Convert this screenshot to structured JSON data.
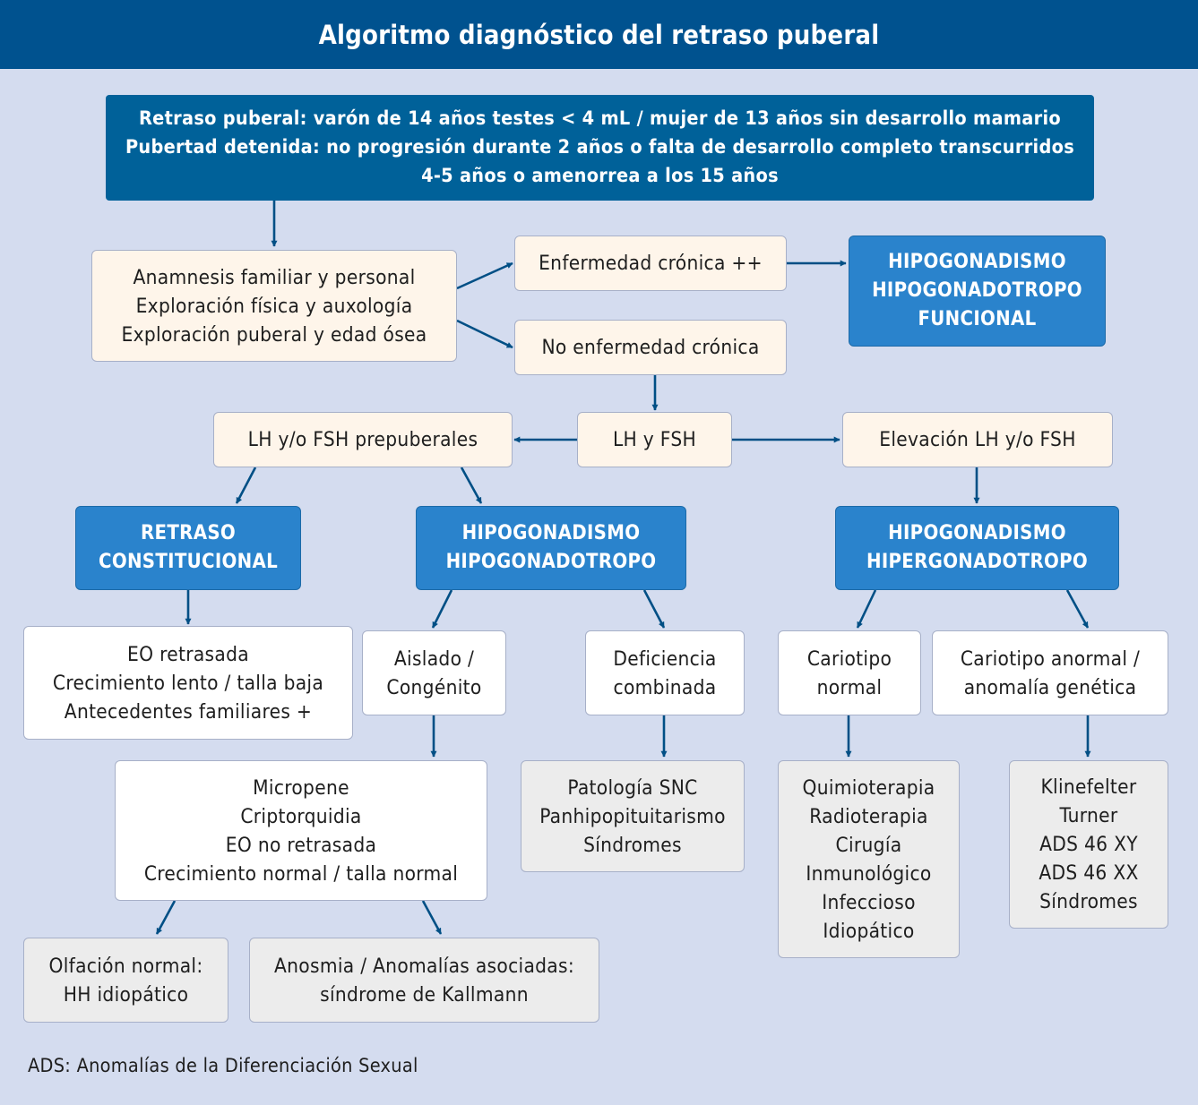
{
  "title": "Algoritmo diagnóstico del retraso puberal",
  "nodes": {
    "definition": [
      "Retraso puberal: varón de 14 años testes < 4 mL / mujer de 13 años sin desarrollo mamario",
      "Pubertad detenida: no progresión durante 2 años o falta de desarrollo completo transcurridos",
      "4-5 años o amenorrea a los 15 años"
    ],
    "anamnesis": [
      "Anamnesis familiar y personal",
      "Exploración física y auxología",
      "Exploración puberal y edad ósea"
    ],
    "chronic_disease": [
      "Enfermedad crónica ++"
    ],
    "hh_functional": [
      "HIPOGONADISMO",
      "HIPOGONADOTROPO",
      "FUNCIONAL"
    ],
    "no_chronic_disease": [
      "No enfermedad crónica"
    ],
    "lh_fsh": [
      "LH y FSH"
    ],
    "lh_fsh_prepubertal": [
      "LH y/o FSH prepuberales"
    ],
    "lh_fsh_elevated": [
      "Elevación LH y/o FSH"
    ],
    "constitutional_delay": [
      "RETRASO",
      "CONSTITUCIONAL"
    ],
    "hh": [
      "HIPOGONADISMO",
      "HIPOGONADOTROPO"
    ],
    "hyper_h": [
      "HIPOGONADISMO",
      "HIPERGONADOTROPO"
    ],
    "constitutional_features": [
      "EO retrasada",
      "Crecimiento lento / talla baja",
      "Antecedentes familiares +"
    ],
    "isolated": [
      "Aislado /",
      "Congénito"
    ],
    "combined": [
      "Deficiencia",
      "combinada"
    ],
    "normal_karyotype": [
      "Cariotipo",
      "normal"
    ],
    "abnormal_karyotype": [
      "Cariotipo anormal /",
      "anomalía genética"
    ],
    "isolated_features": [
      "Micropene",
      "Criptorquidia",
      "EO no retrasada",
      "Crecimiento normal / talla normal"
    ],
    "combined_causes": [
      "Patología SNC",
      "Panhipopituitarismo",
      "Síndromes"
    ],
    "normal_karyotype_causes": [
      "Quimioterapia",
      "Radioterapia",
      "Cirugía",
      "Inmunológico",
      "Infeccioso",
      "Idiopático"
    ],
    "abnormal_karyotype_causes": [
      "Klinefelter",
      "Turner",
      "ADS 46 XY",
      "ADS 46 XX",
      "Síndromes"
    ],
    "normal_olfaction": [
      "Olfación normal:",
      "HH idiopático"
    ],
    "anosmia": [
      "Anosmia / Anomalías asociadas:",
      "síndrome de Kallmann"
    ]
  },
  "footnote": "ADS: Anomalías de la Diferenciación Sexual",
  "colors": {
    "background": "#d4dcef",
    "header": "#00528f",
    "definition_box": "#006199",
    "diagnosis_box": "#2a83cc",
    "step_box": "#fef5ea",
    "feature_box": "#ffffff",
    "cause_box": "#ececec",
    "arrow": "#004f85"
  }
}
